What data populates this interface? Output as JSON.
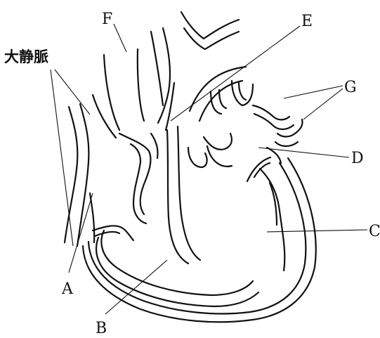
{
  "labels": {
    "vena_cava": "大静脈",
    "A": "A",
    "B": "B",
    "C": "C",
    "D": "D",
    "E": "E",
    "F": "F",
    "G": "G"
  }
}
